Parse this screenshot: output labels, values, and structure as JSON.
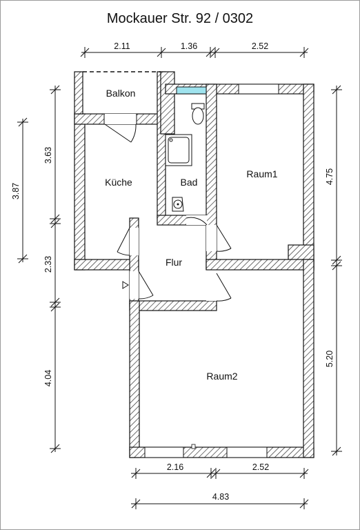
{
  "title": "Mockauer Str. 92 / 0302",
  "rooms": {
    "balkon": "Balkon",
    "kueche": "Küche",
    "bad": "Bad",
    "raum1": "Raum1",
    "flur": "Flur",
    "raum2": "Raum2"
  },
  "dimensions": {
    "top": [
      "2.11",
      "1.36",
      "2.52"
    ],
    "bottom": [
      "2.16",
      "2.52"
    ],
    "total_width": "4.83",
    "left_outer": "3.87",
    "left": [
      "3.63",
      "2.33",
      "4.04"
    ],
    "right": [
      "4.75",
      "5.20"
    ]
  },
  "colors": {
    "wall_hatch": "#333333",
    "bath_window": "#9fe3ee",
    "line": "#111111"
  }
}
